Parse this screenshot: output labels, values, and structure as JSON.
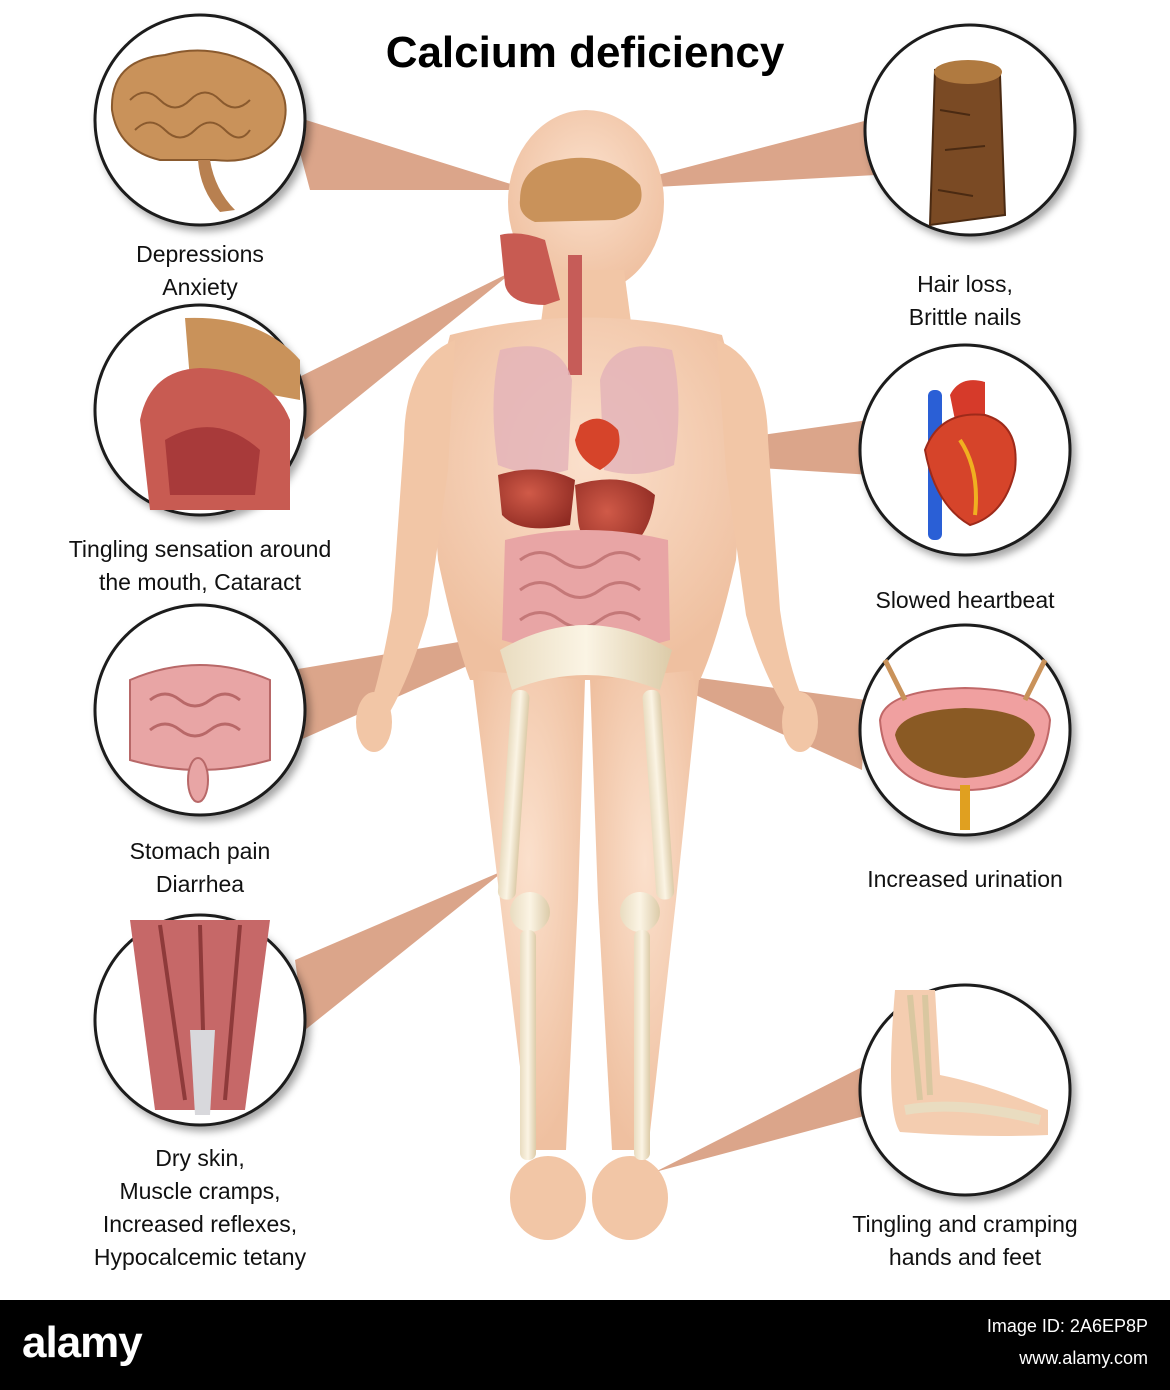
{
  "title": "Calcium deficiency",
  "callouts": [
    {
      "id": "brain",
      "icon": "brain-icon",
      "lines": [
        "Depressions",
        "Anxiety"
      ]
    },
    {
      "id": "mouth",
      "icon": "mouth-cross-section-icon",
      "lines": [
        "Tingling sensation around",
        "the mouth, Cataract"
      ]
    },
    {
      "id": "intestine",
      "icon": "intestine-icon",
      "lines": [
        "Stomach pain",
        "Diarrhea"
      ]
    },
    {
      "id": "muscle",
      "icon": "leg-muscle-icon",
      "lines": [
        "Dry skin,",
        "Muscle cramps,",
        "Increased reflexes,",
        "Hypocalcemic tetany"
      ]
    },
    {
      "id": "hair",
      "icon": "hair-strand-icon",
      "lines": [
        "Hair loss,",
        "Brittle nails"
      ]
    },
    {
      "id": "heart",
      "icon": "heart-icon",
      "lines": [
        "Slowed heartbeat"
      ]
    },
    {
      "id": "bladder",
      "icon": "bladder-icon",
      "lines": [
        "Increased urination"
      ]
    },
    {
      "id": "foot",
      "icon": "foot-skeleton-icon",
      "lines": [
        "Tingling and cramping",
        "hands and feet"
      ]
    }
  ],
  "footer": {
    "logo": "alamy",
    "image_id": "Image ID: 2A6EP8P",
    "site": "www.alamy.com"
  },
  "colors": {
    "skin": "#f4cdb0",
    "pointer": "#dba58a",
    "circle_border": "#1a1a1a",
    "footer": "#000000"
  }
}
